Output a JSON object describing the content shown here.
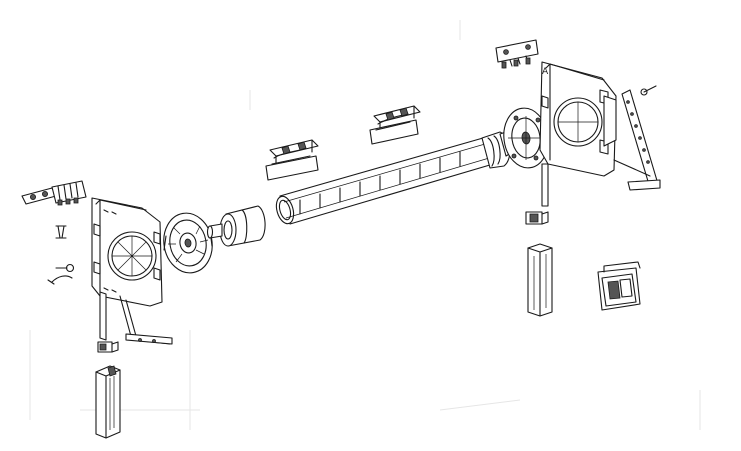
{
  "diagram": {
    "labels": {
      "endcap_mark": "A"
    },
    "components": [
      {
        "id": "left-bracket-clip",
        "icon": "bracket-clip-icon"
      },
      {
        "id": "left-end-plate",
        "icon": "end-plate-icon"
      },
      {
        "id": "left-bearing-disc",
        "icon": "bearing-disc-icon"
      },
      {
        "id": "tube-plug",
        "icon": "plug-icon"
      },
      {
        "id": "roller-tube",
        "icon": "tube-icon"
      },
      {
        "id": "motor-head",
        "icon": "motor-icon"
      },
      {
        "id": "right-end-plate",
        "icon": "end-plate-icon"
      },
      {
        "id": "right-bracket-clip",
        "icon": "bracket-clip-icon"
      },
      {
        "id": "adjusting-strap",
        "icon": "strap-icon"
      },
      {
        "id": "guide-rail",
        "icon": "rail-icon"
      },
      {
        "id": "wall-switch",
        "icon": "switch-icon"
      }
    ]
  }
}
